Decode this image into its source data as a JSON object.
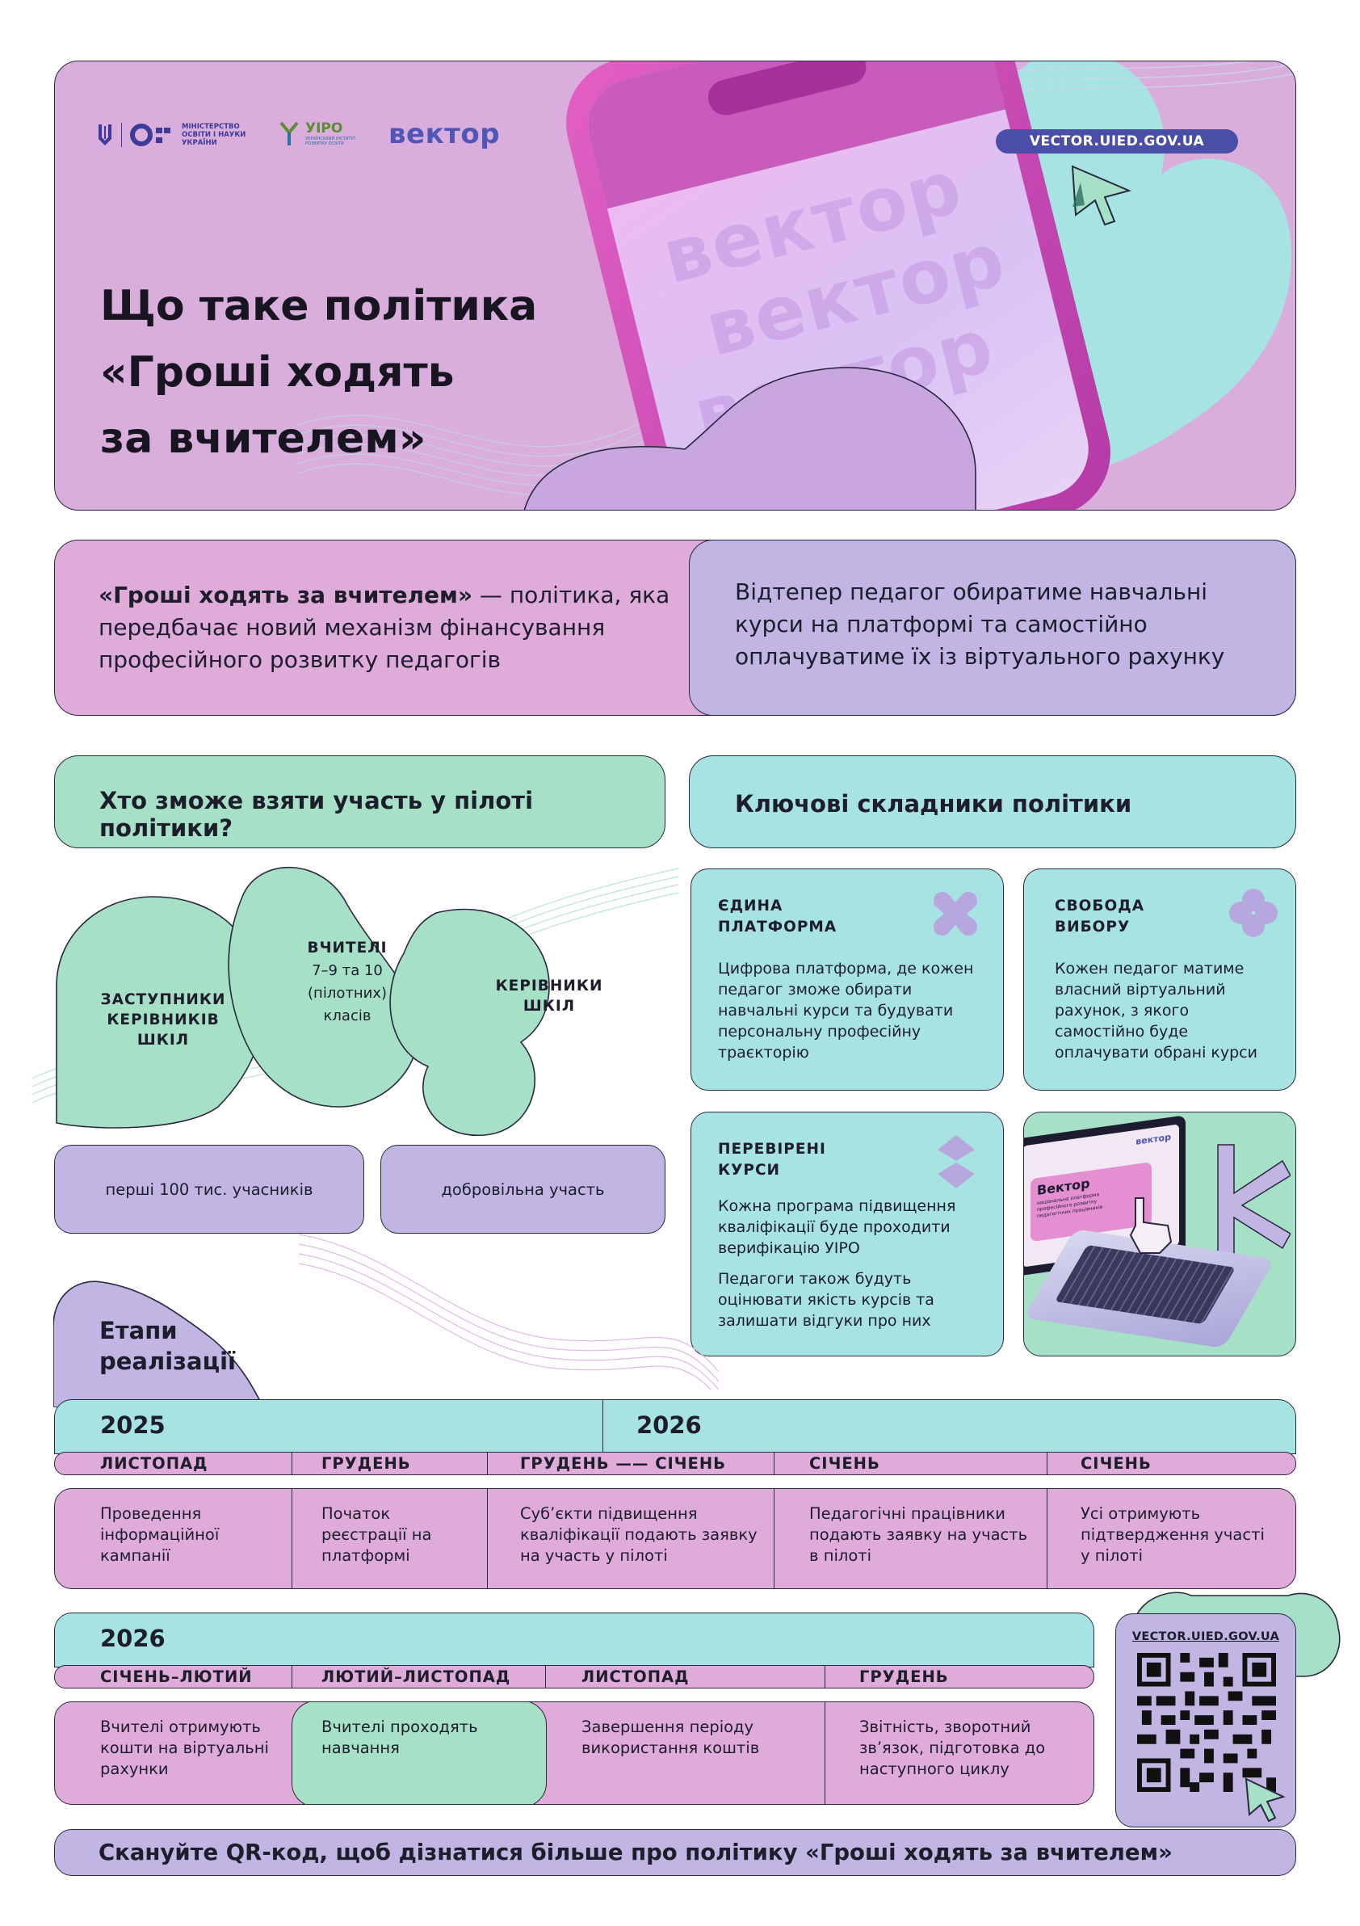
{
  "header": {
    "ministry": "МІНІСТЕРСТВО ОСВІТИ І НАУКИ УКРАЇНИ",
    "uipo": "УІРО",
    "uipo_sub": "УКРАЇНСЬКИЙ ІНСТИТУТ РОЗВИТКУ ОСВІТИ",
    "vector_logo": "вектор",
    "url": "VECTOR.UIED.GOV.UA",
    "title_line1": "Що таке політика",
    "title_line2": "«Гроші ходять",
    "title_line3": "за вчителем»",
    "phone_watermark": "вектор"
  },
  "intro": {
    "left_bold": "«Гроші ходять за вчителем»",
    "left_rest": " — політика, яка передбачає новий механізм фінансування професійного розвитку педагогів",
    "right": "Відтепер педагог обиратиме навчальні курси на платформі та самостійно оплачуватиме їх із віртуального рахунку"
  },
  "participants": {
    "heading": "Хто зможе взяти участь у пілоті політики?",
    "deputies": "ЗАСТУПНИКИ КЕРІВНИКІВ ШКІЛ",
    "teachers_title": "ВЧИТЕЛІ",
    "teachers_sub": "7–9 та 10 (пілотних) класів",
    "heads": "КЕРІВНИКИ ШКІЛ",
    "pill1": "перші 100 тис. учасників",
    "pill2": "добровільна участь"
  },
  "components": {
    "heading": "Ключові складники політики",
    "card1_title": "ЄДИНА ПЛАТФОРМА",
    "card1_text": "Цифрова платформа, де кожен педагог зможе обирати навчальні курси та будувати персональну професійну траєкторію",
    "card2_title": "СВОБОДА ВИБОРУ",
    "card2_text": "Кожен педагог матиме власний віртуальний рахунок, з якого самостійно буде оплачувати обрані курси",
    "card3_title": "ПЕРЕВІРЕНІ КУРСИ",
    "card3_text1": "Кожна програма підвищення кваліфікації буде проходити верифікацію УІРО",
    "card3_text2": "Педагоги також будуть оцінювати якість курсів та залишати відгуки про них",
    "laptop_logo": "вектор",
    "laptop_title": "Вектор",
    "laptop_sub": "національна платформа професійного розвитку педагогічних працівників"
  },
  "stages": {
    "heading": "Етапи реалізації",
    "year_a": "2025",
    "year_b": "2026",
    "months1": [
      "ЛИСТОПАД",
      "ГРУДЕНЬ",
      "ГРУДЕНЬ —— СІЧЕНЬ",
      "СІЧЕНЬ",
      "СІЧЕНЬ"
    ],
    "cells1": [
      "Проведення інформаційної кампанії",
      "Початок реєстрації на платформі",
      "Суб’єкти підвищення кваліфікації подають заявку на участь у пілоті",
      "Педагогічні працівники подають заявку на участь в пілоті",
      "Усі отримують підтвердження участі у пілоті"
    ],
    "year_c": "2026",
    "months2": [
      "СІЧЕНЬ–ЛЮТИЙ",
      "ЛЮТИЙ–ЛИСТОПАД",
      "ЛИСТОПАД",
      "ГРУДЕНЬ"
    ],
    "cells2": [
      "Вчителі отримують кошти на віртуальні рахунки",
      "Вчителі проходять навчання",
      "Завершення періоду використання коштів",
      "Звітність, зворотний зв’язок, підготовка до наступного циклу"
    ]
  },
  "footer": {
    "qr_url": "VECTOR.UIED.GOV.UA",
    "cta": "Скануйте QR-код, щоб дізнатися більше про політику «Гроші ходять за вчителем»"
  },
  "colors": {
    "pink": "#dfabd9",
    "lilac": "#c1b5e3",
    "mint": "#a6e1c7",
    "cyan": "#a6e3e2",
    "brand_blue": "#4f56b7"
  }
}
